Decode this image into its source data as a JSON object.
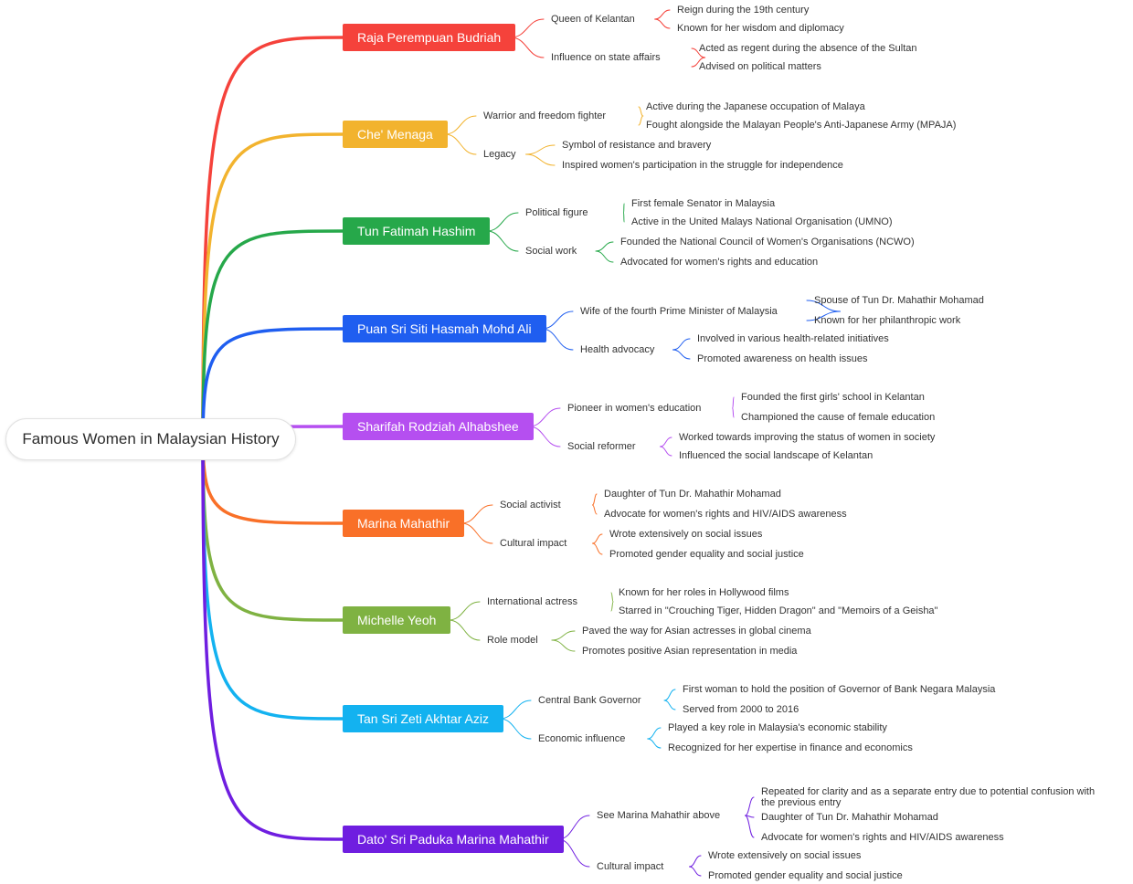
{
  "title": "Famous Women in Malaysian History",
  "branches": [
    {
      "label": "Raja Perempuan Budriah",
      "color": "#f5423b",
      "subs": [
        {
          "label": "Queen of Kelantan",
          "leaves": [
            "Reign during the 19th century",
            "Known for her wisdom and diplomacy"
          ]
        },
        {
          "label": "Influence on state affairs",
          "leaves": [
            "Acted as regent during the absence of the Sultan",
            "Advised on political matters"
          ]
        }
      ]
    },
    {
      "label": "Che' Menaga",
      "color": "#f2b32e",
      "subs": [
        {
          "label": "Warrior and freedom fighter",
          "leaves": [
            "Active during the Japanese occupation of Malaya",
            "Fought alongside the Malayan People's Anti-Japanese Army (MPAJA)"
          ]
        },
        {
          "label": "Legacy",
          "leaves": [
            "Symbol of resistance and bravery",
            "Inspired women's participation in the struggle for independence"
          ]
        }
      ]
    },
    {
      "label": "Tun Fatimah Hashim",
      "color": "#26a84a",
      "subs": [
        {
          "label": "Political figure",
          "leaves": [
            "First female Senator in Malaysia",
            "Active in the United Malays National Organisation (UMNO)"
          ]
        },
        {
          "label": "Social work",
          "leaves": [
            "Founded the National Council of Women's Organisations (NCWO)",
            "Advocated for women's rights and education"
          ]
        }
      ]
    },
    {
      "label": "Puan Sri Siti Hasmah Mohd Ali",
      "color": "#1f5ef0",
      "subs": [
        {
          "label": "Wife of the fourth Prime Minister of Malaysia",
          "leaves": [
            "Spouse of Tun Dr. Mahathir Mohamad",
            "Known for her philanthropic work"
          ]
        },
        {
          "label": "Health advocacy",
          "leaves": [
            "Involved in various health-related initiatives",
            "Promoted awareness on health issues"
          ]
        }
      ]
    },
    {
      "label": "Sharifah Rodziah Alhabshee",
      "color": "#b54ff0",
      "subs": [
        {
          "label": "Pioneer in women's education",
          "leaves": [
            "Founded the first girls' school in Kelantan",
            "Championed the cause of female education"
          ]
        },
        {
          "label": "Social reformer",
          "leaves": [
            "Worked towards improving the status of women in society",
            "Influenced the social landscape of Kelantan"
          ]
        }
      ]
    },
    {
      "label": "Marina Mahathir",
      "color": "#f97028",
      "subs": [
        {
          "label": "Social activist",
          "leaves": [
            "Daughter of Tun Dr. Mahathir Mohamad",
            "Advocate for women's rights and HIV/AIDS awareness"
          ]
        },
        {
          "label": "Cultural impact",
          "leaves": [
            "Wrote extensively on social issues",
            "Promoted gender equality and social justice"
          ]
        }
      ]
    },
    {
      "label": "Michelle Yeoh",
      "color": "#7fb242",
      "subs": [
        {
          "label": "International actress",
          "leaves": [
            "Known for her roles in Hollywood films",
            "Starred in \"Crouching Tiger, Hidden Dragon\" and \"Memoirs of a Geisha\""
          ]
        },
        {
          "label": "Role model",
          "leaves": [
            "Paved the way for Asian actresses in global cinema",
            "Promotes positive Asian representation in media"
          ]
        }
      ]
    },
    {
      "label": "Tan Sri Zeti Akhtar Aziz",
      "color": "#13b2f0",
      "subs": [
        {
          "label": "Central Bank Governor",
          "leaves": [
            "First woman to hold the position of Governor of Bank Negara Malaysia",
            "Served from 2000 to 2016"
          ]
        },
        {
          "label": "Economic influence",
          "leaves": [
            "Played a key role in Malaysia's economic stability",
            "Recognized for her expertise in finance and economics"
          ]
        }
      ]
    },
    {
      "label": "Dato' Sri Paduka Marina Mahathir",
      "color": "#6f1ee0",
      "subs": [
        {
          "label": "See Marina Mahathir above",
          "leaves": [
            "Repeated for clarity and as a separate entry due to potential confusion with the previous entry",
            "Daughter of Tun Dr. Mahathir Mohamad",
            "Advocate for women's rights and HIV/AIDS awareness"
          ]
        },
        {
          "label": "Cultural impact",
          "leaves": [
            "Wrote extensively on social issues",
            "Promoted gender equality and social justice"
          ]
        }
      ]
    }
  ]
}
